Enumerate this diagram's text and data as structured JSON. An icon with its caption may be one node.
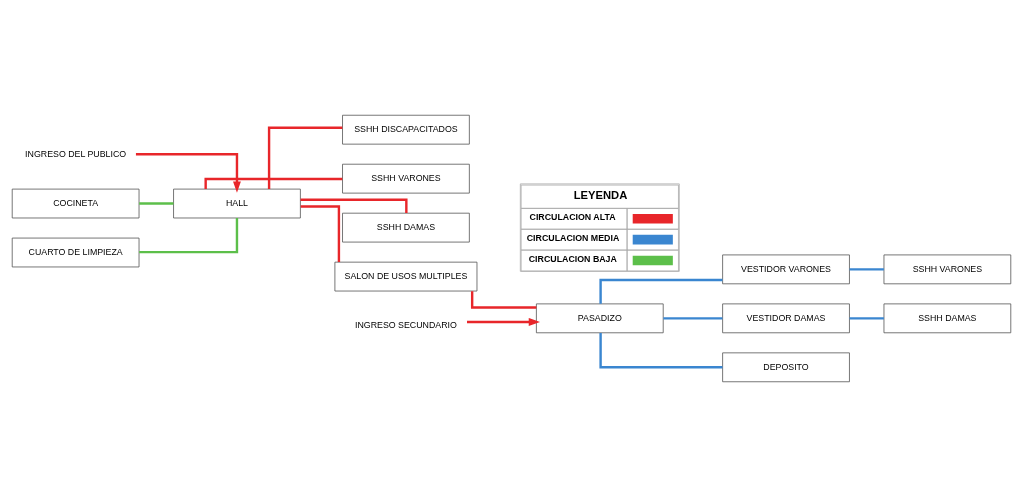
{
  "diagram": {
    "nodes": [
      {
        "text": [
          "INGRESO DEL PUBLICO"
        ]
      },
      {
        "text": [
          "COCINETA"
        ]
      },
      {
        "text": [
          "CUARTO DE LIMPIEZA"
        ]
      },
      {
        "text": [
          "HALL"
        ]
      },
      {
        "text": [
          "SSHH DISCAPACITADOS"
        ]
      },
      {
        "text": [
          "SSHH VARONES"
        ]
      },
      {
        "text": [
          "SSHH DAMAS"
        ]
      },
      {
        "text": [
          "SALON DE USOS MULTIPLES"
        ]
      },
      {
        "text": [
          "PASADIZO"
        ]
      },
      {
        "text": [
          "VESTIDOR VARONES"
        ]
      },
      {
        "text": [
          "SSHH VARONES"
        ]
      },
      {
        "text": [
          "VESTIDOR DAMAS"
        ]
      },
      {
        "text": [
          "SSHH DAMAS"
        ]
      },
      {
        "text": [
          "DEPOSITO"
        ]
      },
      {
        "text": [
          "INGRESO SECUNDARIO"
        ]
      }
    ],
    "edges": [
      {
        "from": 0,
        "to": 3,
        "arrow": "to",
        "color": "#e8262a"
      },
      {
        "from": 1,
        "to": 3,
        "arrow": "none",
        "color": "#5cbf4a"
      },
      {
        "from": 2,
        "to": 3,
        "arrow": "none",
        "color": "#5cbf4a"
      },
      {
        "from": 3,
        "to": 4,
        "arrow": "none",
        "color": "#e8262a"
      },
      {
        "from": 3,
        "to": 5,
        "arrow": "none",
        "color": "#e8262a"
      },
      {
        "from": 3,
        "to": 6,
        "arrow": "none",
        "color": "#e8262a"
      },
      {
        "from": 3,
        "to": 7,
        "arrow": "none",
        "color": "#e8262a"
      },
      {
        "from": 7,
        "to": 8,
        "arrow": "none",
        "color": "#e8262a"
      },
      {
        "from": 8,
        "to": 9,
        "arrow": "none",
        "color": "#3a86d0"
      },
      {
        "from": 8,
        "to": 11,
        "arrow": "none",
        "color": "#3a86d0"
      },
      {
        "from": 8,
        "to": 13,
        "arrow": "none",
        "color": "#3a86d0"
      },
      {
        "from": 9,
        "to": 10,
        "arrow": "none",
        "color": "#3a86d0"
      },
      {
        "from": 11,
        "to": 12,
        "arrow": "none",
        "color": "#3a86d0"
      },
      {
        "from": 14,
        "to": 8,
        "arrow": "to",
        "color": "#e8262a"
      }
    ],
    "labels": [
      "LEYENDA"
    ],
    "legend": [
      {
        "text": "CIRCULACION ALTA",
        "color": "#e8262a"
      },
      {
        "text": "CIRCULACION MEDIA",
        "color": "#3a86d0"
      },
      {
        "text": "CIRCULACION BAJA",
        "color": "#5cbf4a"
      }
    ]
  }
}
